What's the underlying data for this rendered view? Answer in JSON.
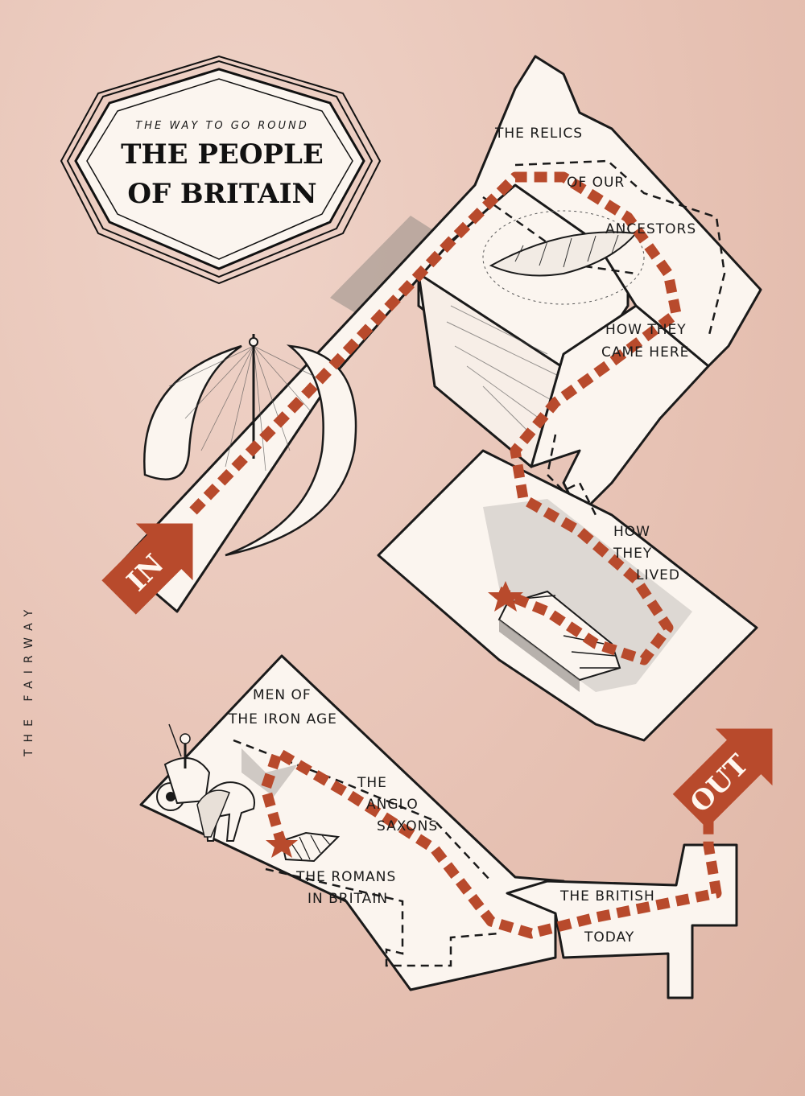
{
  "title": {
    "kicker": "THE WAY TO GO ROUND",
    "line1": "THE PEOPLE",
    "line2": "OF BRITAIN"
  },
  "side_text": "THE FAIRWAY",
  "signs": {
    "in": "IN",
    "out": "OUT"
  },
  "labels": {
    "relics": "THE RELICS",
    "of_our": "OF OUR",
    "ancestors": "ANCESTORS",
    "how_they": "HOW THEY",
    "came_here": "CAME HERE",
    "lived_1": "HOW",
    "lived_2": "THEY",
    "lived_3": "LIVED",
    "iron_1": "MEN OF",
    "iron_2": "THE IRON AGE",
    "anglo_1": "THE",
    "anglo_2": "ANGLO",
    "anglo_3": "SAXONS",
    "romans_1": "THE ROMANS",
    "romans_2": "IN BRITAIN",
    "british_1": "THE BRITISH",
    "british_2": "TODAY"
  },
  "colors": {
    "background": "#e9c6b9",
    "route": "#b84a2c",
    "floor": "#fbf5ef",
    "ink": "#1a1a1a"
  },
  "icons": [
    "sundial-icon",
    "boat-icon",
    "staircase-icon",
    "chariot-icon",
    "star-icon",
    "arrow-in-icon",
    "arrow-out-icon"
  ]
}
